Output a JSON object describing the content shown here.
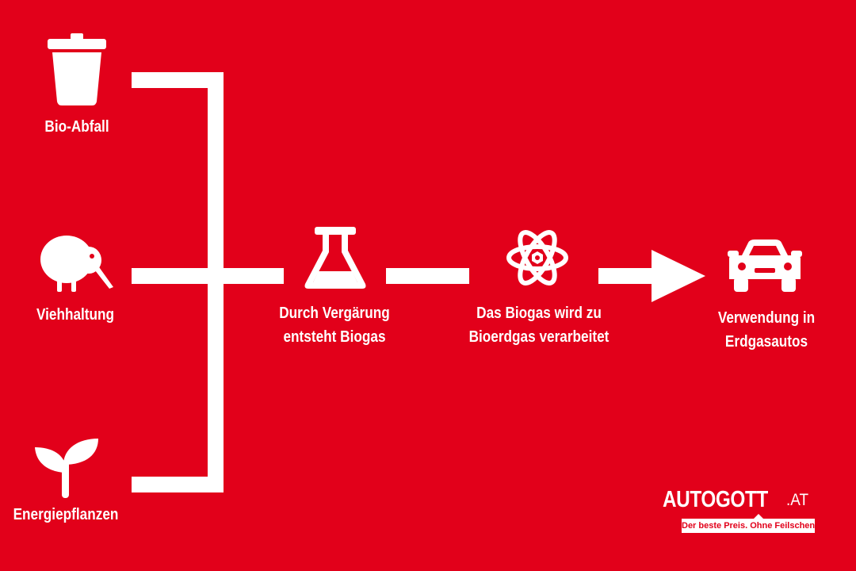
{
  "diagram": {
    "sources": [
      {
        "label": "Bio-Abfall",
        "icon": "trash-can-icon"
      },
      {
        "label": "Viehhaltung",
        "icon": "kiwi-bird-icon"
      },
      {
        "label": "Energiepflanzen",
        "icon": "seedling-icon"
      }
    ],
    "steps": [
      {
        "line1": "Durch Vergärung",
        "line2": "entsteht Biogas",
        "icon": "flask-icon"
      },
      {
        "line1": "Das Biogas wird zu",
        "line2": "Bioerdgas verarbeitet",
        "icon": "atom-icon"
      },
      {
        "line1": "Verwendung in",
        "line2": "Erdgasautos",
        "icon": "car-icon"
      }
    ]
  },
  "logo": {
    "brand": "AUTOGOTT",
    "tld": ".AT",
    "tagline": "Der beste Preis. Ohne Feilschen."
  },
  "colors": {
    "background": "#e2001a",
    "foreground": "#ffffff"
  }
}
